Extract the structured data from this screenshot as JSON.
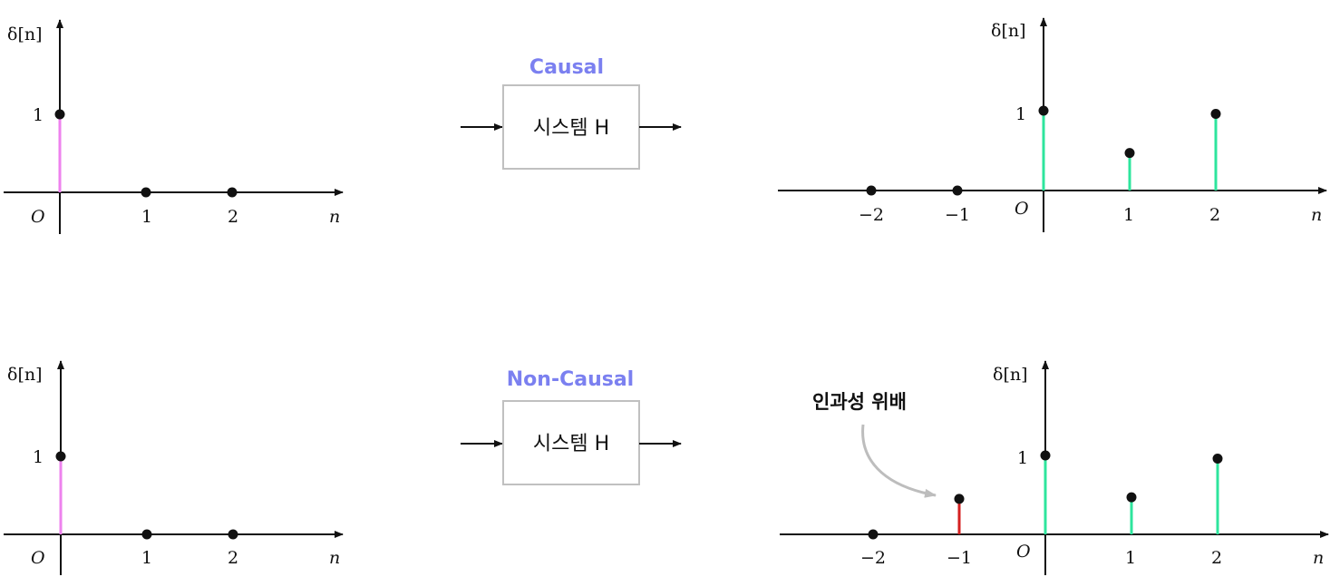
{
  "colors": {
    "axis": "#111111",
    "input_stem": "#ee82ee",
    "output_stem": "#2ee59d",
    "violation_stem": "#d42020",
    "title": "#7b80f0",
    "box_border": "#c0c0c0",
    "annotation_arrow": "#bdbdbd"
  },
  "labels": {
    "delta": "δ[n]",
    "n": "n",
    "origin": "O",
    "one": "1"
  },
  "rows": [
    {
      "title": "Causal",
      "system_label": "시스템 H",
      "annotation": "",
      "input": {
        "ticks": [
          "1",
          "2"
        ],
        "points": [
          {
            "n": 0,
            "y": 1
          },
          {
            "n": 1,
            "y": 0
          },
          {
            "n": 2,
            "y": 0
          }
        ]
      },
      "output": {
        "ticks": [
          "−2",
          "−1",
          "1",
          "2"
        ],
        "points": [
          {
            "n": -2,
            "y": 0
          },
          {
            "n": -1,
            "y": 0
          },
          {
            "n": 0,
            "y": 1
          },
          {
            "n": 1,
            "y": 0.47
          },
          {
            "n": 2,
            "y": 0.96
          }
        ]
      }
    },
    {
      "title": "Non-Causal",
      "system_label": "시스템 H",
      "annotation": "인과성 위배",
      "input": {
        "ticks": [
          "1",
          "2"
        ],
        "points": [
          {
            "n": 0,
            "y": 1
          },
          {
            "n": 1,
            "y": 0
          },
          {
            "n": 2,
            "y": 0
          }
        ]
      },
      "output": {
        "ticks": [
          "−2",
          "−1",
          "1",
          "2"
        ],
        "points": [
          {
            "n": -2,
            "y": 0
          },
          {
            "n": -1,
            "y": 0.45
          },
          {
            "n": 0,
            "y": 1
          },
          {
            "n": 1,
            "y": 0.47
          },
          {
            "n": 2,
            "y": 0.96
          }
        ]
      }
    }
  ]
}
